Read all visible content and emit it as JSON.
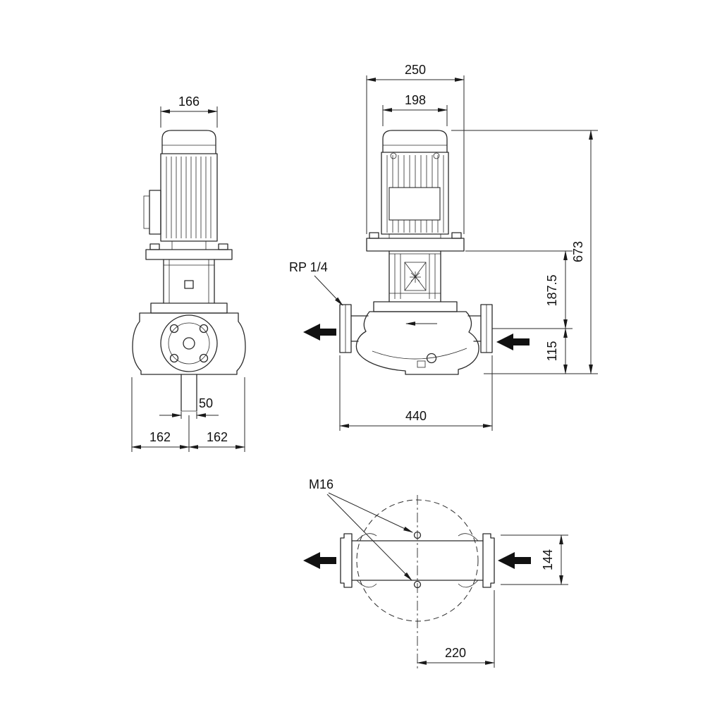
{
  "colors": {
    "line": "#2a2a2a",
    "arrow_fill": "#111111",
    "background": "#ffffff"
  },
  "front_view": {
    "motor_width": "166",
    "port_diameter": "50",
    "base_left": "162",
    "base_right": "162"
  },
  "side_view": {
    "stool_width": "250",
    "motor_width": "198",
    "tapping_label": "RP 1/4",
    "overall_height": "673",
    "stool_to_port": "187.5",
    "port_to_base": "115",
    "port_to_port": "440"
  },
  "top_view": {
    "bolt_label": "M16",
    "bolt_spacing": "144",
    "center_to_flange": "220"
  }
}
